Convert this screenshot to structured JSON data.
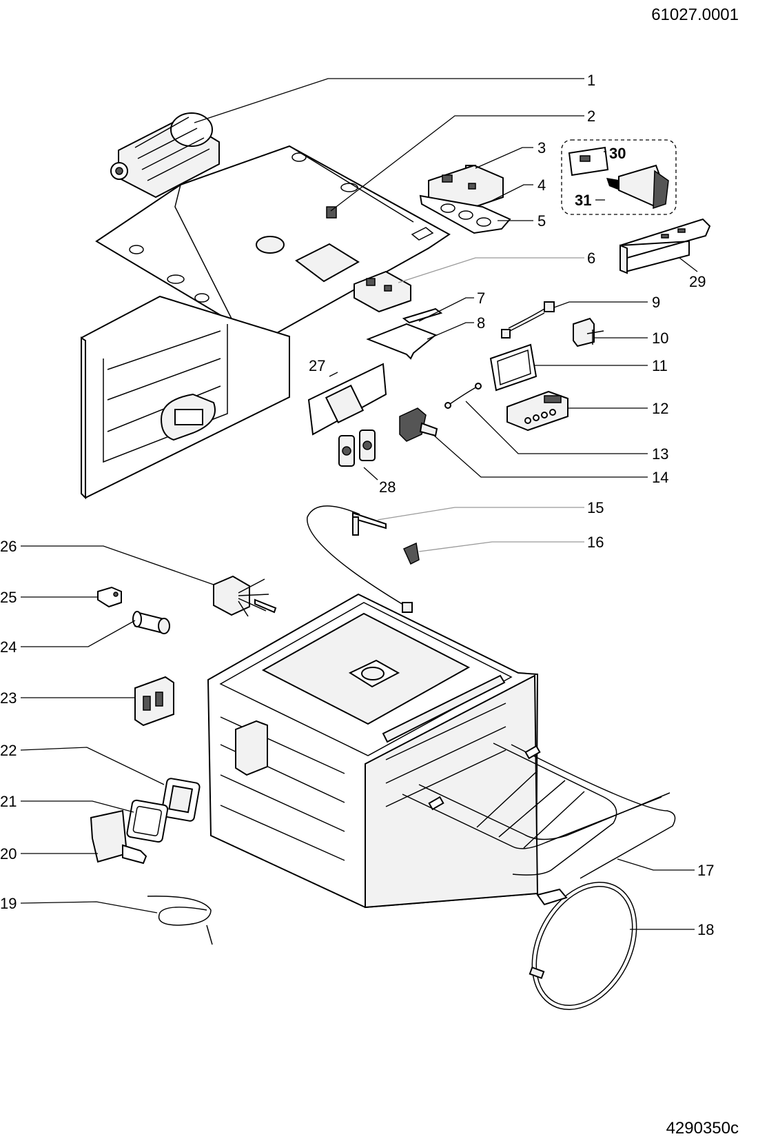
{
  "header": {
    "drawing_number": "61027.0001"
  },
  "footer": {
    "drawing_ref": "4290350c"
  },
  "callouts": [
    {
      "id": "1",
      "text": "1"
    },
    {
      "id": "2",
      "text": "2"
    },
    {
      "id": "3",
      "text": "3"
    },
    {
      "id": "4",
      "text": "4"
    },
    {
      "id": "5",
      "text": "5"
    },
    {
      "id": "6",
      "text": "6"
    },
    {
      "id": "7",
      "text": "7"
    },
    {
      "id": "8",
      "text": "8"
    },
    {
      "id": "9",
      "text": "9"
    },
    {
      "id": "10",
      "text": "10"
    },
    {
      "id": "11",
      "text": "11"
    },
    {
      "id": "12",
      "text": "12"
    },
    {
      "id": "13",
      "text": "13"
    },
    {
      "id": "14",
      "text": "14"
    },
    {
      "id": "15",
      "text": "15"
    },
    {
      "id": "16",
      "text": "16"
    },
    {
      "id": "17",
      "text": "17"
    },
    {
      "id": "18",
      "text": "18"
    },
    {
      "id": "19",
      "text": "19"
    },
    {
      "id": "20",
      "text": "20"
    },
    {
      "id": "21",
      "text": "21"
    },
    {
      "id": "22",
      "text": "22"
    },
    {
      "id": "23",
      "text": "23"
    },
    {
      "id": "24",
      "text": "24"
    },
    {
      "id": "25",
      "text": "25"
    },
    {
      "id": "26",
      "text": "26"
    },
    {
      "id": "27",
      "text": "27"
    },
    {
      "id": "28",
      "text": "28"
    },
    {
      "id": "29",
      "text": "29"
    },
    {
      "id": "30",
      "text": "30"
    },
    {
      "id": "31",
      "text": "31"
    }
  ]
}
